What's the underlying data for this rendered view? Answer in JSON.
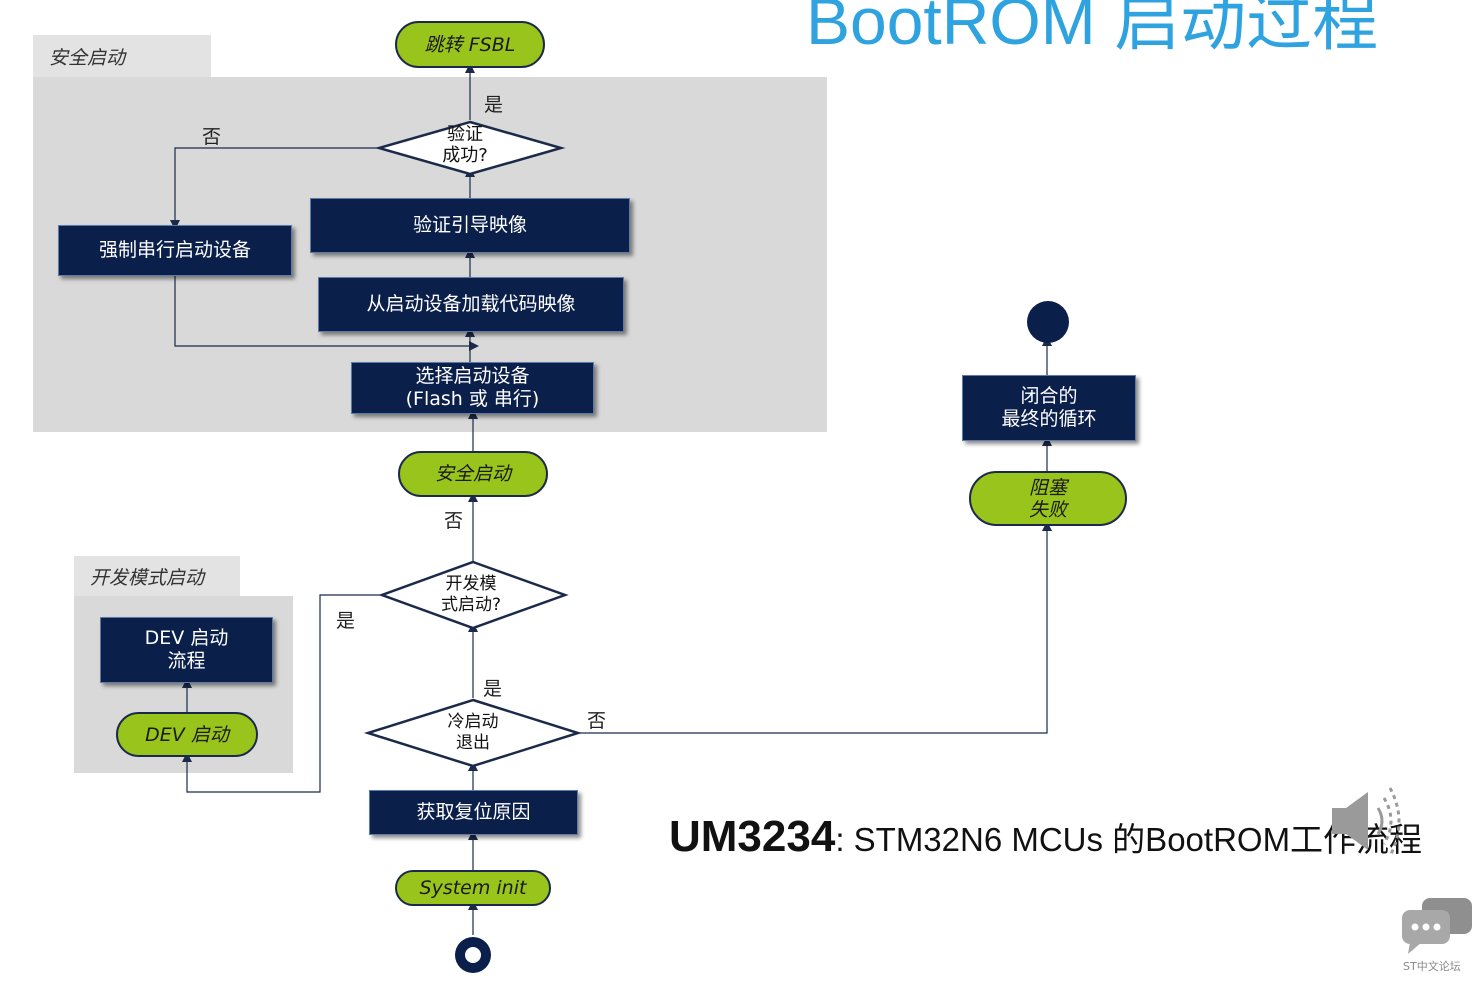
{
  "slide": {
    "title": "BootROM 启动过程",
    "caption_bold": "UM3234",
    "caption_rest": ": STM32N6 MCUs 的BootROM工作流程",
    "forum_label": "ST中文论坛"
  },
  "sections": {
    "secure_boot": "安全启动",
    "dev_boot": "开发模式启动"
  },
  "nodes": {
    "jump_fsbl": "跳转 FSBL",
    "verify_ok": "验证\n成功?",
    "verify_image": "验证引导映像",
    "force_serial": "强制串行启动设备",
    "load_image": "从启动设备加载代码映像",
    "select_device": "选择启动设备\n(Flash 或 串行)",
    "secure_start": "安全启动",
    "dev_mode": "开发模\n式启动?",
    "dev_flow": "DEV 启动\n流程",
    "dev_start": "DEV 启动",
    "cold_exit": "冷启动\n退出",
    "reset_cause": "获取复位原因",
    "system_init": "System init",
    "closed_loop": "闭合的\n最终的循环",
    "blocked": "阻塞\n失败"
  },
  "labels": {
    "yes_top": "是",
    "no_left": "否",
    "no_secure": "否",
    "yes_dev": "是",
    "yes_cold": "是",
    "no_cold": "否"
  },
  "colors": {
    "box_fill": "#0b1f4b",
    "pill_fill": "#99c41c",
    "section_fill": "#d9d9d9",
    "title_color": "#2ea3e0",
    "line_color": "#1b2a4a"
  }
}
